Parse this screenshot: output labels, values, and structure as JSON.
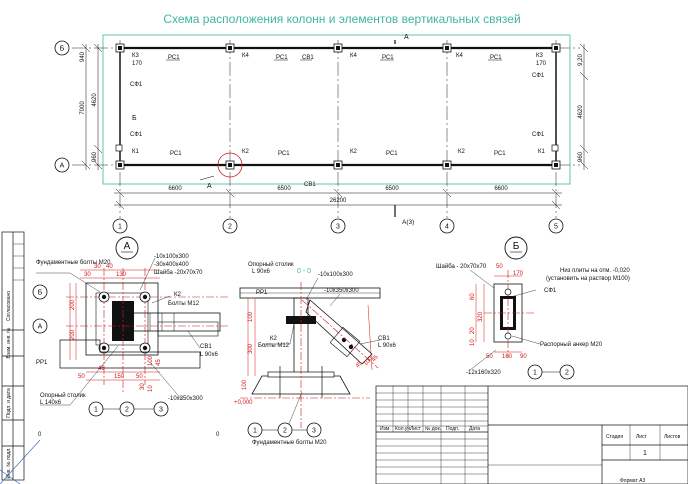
{
  "title": "Схема расположения колонн и элементов вертикальных связей",
  "plan": {
    "row_labels": [
      "Б",
      "А"
    ],
    "axis_labels": [
      "1",
      "2",
      "3",
      "4",
      "5"
    ],
    "bay_dims": [
      "6600",
      "6500",
      "6500",
      "6600"
    ],
    "total_dim": "26200",
    "left_dims": [
      "940",
      "4620",
      "7000",
      "960"
    ],
    "right_dims": [
      "9,20",
      "4620",
      "960"
    ],
    "section_A": "А",
    "section_A3": "А(3)",
    "top_labels": [
      "К3",
      "РС1",
      "К4",
      "РС1",
      "СВ1",
      "К4",
      "РС1",
      "К4",
      "РС1",
      "К3"
    ],
    "top_dims": [
      "170",
      "170"
    ],
    "mid_labels": [
      "СФ1",
      "Б",
      "СФ1",
      "СФ1",
      "СФ1"
    ],
    "bot_labels": [
      "К1",
      "РС1",
      "К2",
      "РС1",
      "К2",
      "РС1",
      "К2",
      "РС1",
      "К1"
    ],
    "sv_bottom": "СВ1"
  },
  "detailA": {
    "marker": "А",
    "notes": [
      "Фундаментные болты М20",
      "-10х100х300",
      "-30х400х400",
      "Шайба -20х70х70",
      "К2",
      "Болты М12",
      "СВ1",
      "L 90х6",
      "РР1",
      "Опорный столик",
      "L 140х6",
      "-10х350х300"
    ],
    "dims": [
      "30",
      "40",
      "130",
      "30",
      "200",
      "200",
      "50",
      "45",
      "150",
      "50",
      "100",
      "45",
      "30",
      "10"
    ],
    "axes": [
      "1",
      "2",
      "3",
      "Б",
      "А"
    ]
  },
  "section00": {
    "label": "0 - 0",
    "notes": [
      "Опорный столик",
      "L 90х6",
      "РР1",
      "-10х100х300",
      "-10х350х300",
      "К2",
      "Болты М12",
      "СВ1",
      "L 90х6",
      "Фундаментные болты М20",
      "+0,000"
    ],
    "dims": [
      "100",
      "300",
      "100",
      "45",
      "100",
      "45"
    ],
    "axes": [
      "1",
      "2",
      "3"
    ]
  },
  "detailB": {
    "marker": "Б",
    "notes": [
      "Шайба - 20х70х70",
      "Низ плиты на отм. -0,020",
      "(установить на раствор М100)",
      "СФ1",
      "Распорный анкер М20",
      "-12х160х320"
    ],
    "dims": [
      "50",
      "170",
      "60",
      "320",
      "20",
      "10",
      "50",
      "160",
      "90"
    ],
    "axes": [
      "1",
      "2"
    ]
  },
  "stamp": {
    "side_labels": [
      "Согласовано",
      "Взам. инв. №",
      "Подп. и дата",
      "Инв. № подл."
    ],
    "cols": [
      "Изм.",
      "Кол.уч.",
      "Лист",
      "№ док.",
      "Подп.",
      "Дата"
    ],
    "stage_headers": [
      "Стадия",
      "Лист",
      "Листов"
    ],
    "sheet_no": "1",
    "format": "Формат   А3"
  }
}
